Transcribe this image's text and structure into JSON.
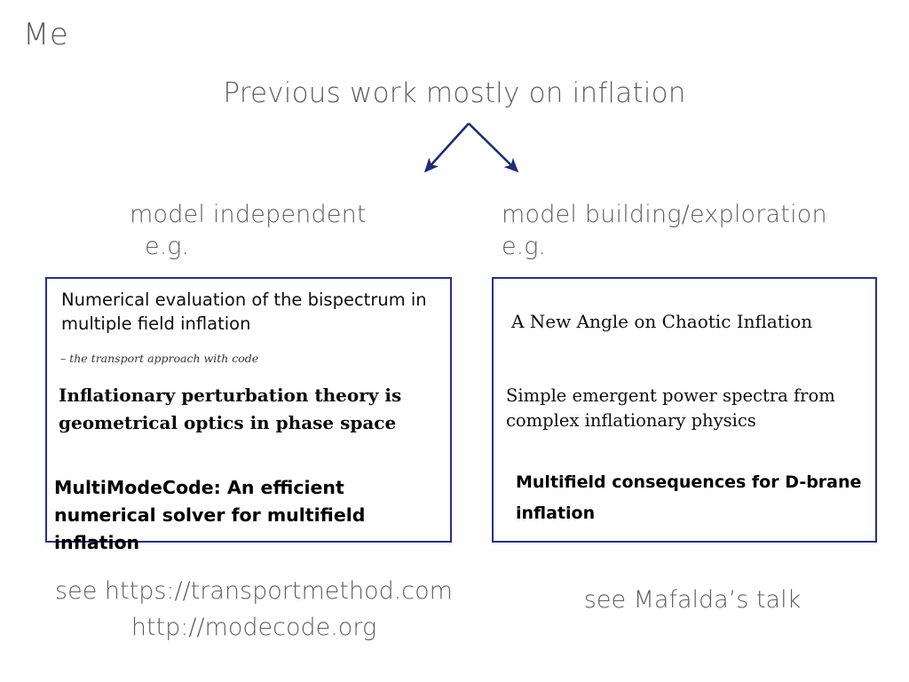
{
  "slide": {
    "title": "Me",
    "main_heading": "Previous work mostly on inflation",
    "background_color": "#ffffff",
    "heading_color": "#5e5e5e",
    "accent_color": "#23308c"
  },
  "arrows": {
    "name": "branching-arrows",
    "color": "#1b2c7a",
    "apex": "528,139",
    "left_tip": "477,196",
    "right_tip": "585,196"
  },
  "columns": {
    "left": {
      "heading": "model independent",
      "eg_label": "e.g.",
      "papers": [
        {
          "title": "Numerical evaluation of the bispectrum in multiple field inflation",
          "subtitle": "– the transport approach with code",
          "style": "sans"
        },
        {
          "title": "Inflationary perturbation theory is geometrical optics in phase space",
          "style": "serif-bold"
        },
        {
          "title": "MultiModeCode:  An efficient numerical solver for multifield inflation",
          "style": "sans-bold"
        }
      ],
      "footnote_lines": [
        "see https://transportmethod.com",
        "http://modecode.org"
      ]
    },
    "right": {
      "heading": "model building/exploration",
      "eg_label": "e.g.",
      "papers": [
        {
          "title": "A New Angle on Chaotic Inflation",
          "style": "serif"
        },
        {
          "title": "Simple emergent power spectra from complex inflationary physics",
          "style": "serif"
        },
        {
          "title": "Multifield consequences for D-brane inflation",
          "style": "sans-bold"
        }
      ],
      "footnote_lines": [
        "see Mafalda’s talk"
      ]
    }
  }
}
